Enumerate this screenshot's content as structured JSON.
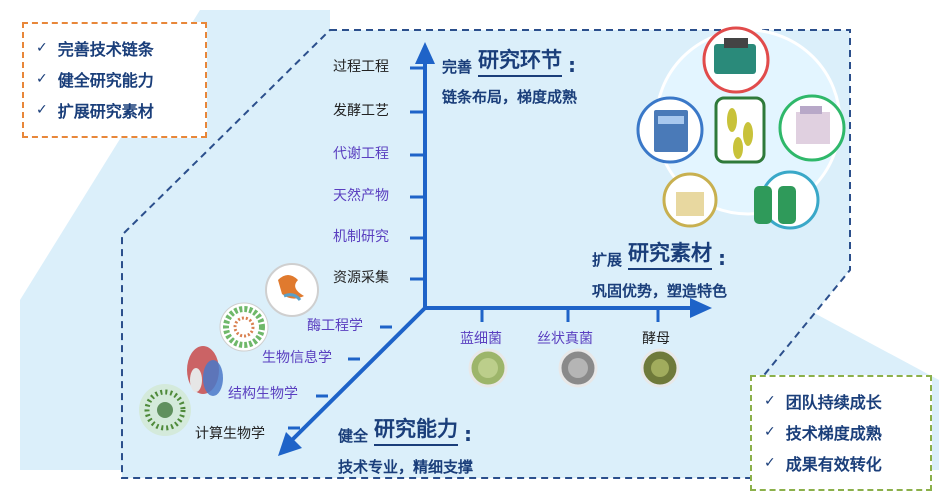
{
  "top_left_box": {
    "items": [
      "完善技术链条",
      "健全研究能力",
      "扩展研究素材"
    ]
  },
  "bottom_right_box": {
    "items": [
      "团队持续成长",
      "技术梯度成熟",
      "成果有效转化"
    ]
  },
  "vertical_axis": {
    "labels": [
      "过程工程",
      "发酵工艺",
      "代谢工程",
      "天然产物",
      "机制研究",
      "资源采集"
    ]
  },
  "diagonal_axis": {
    "labels": [
      "酶工程学",
      "生物信息学",
      "结构生物学",
      "计算生物学"
    ]
  },
  "horizontal_axis": {
    "labels": [
      "蓝细菌",
      "丝状真菌",
      "酵母"
    ]
  },
  "section_top": {
    "prefix": "完善",
    "title": "研究环节",
    "colon": ":",
    "subtitle": "链条布局，梯度成熟"
  },
  "section_right": {
    "prefix": "扩展",
    "title": "研究素材",
    "colon": ":",
    "subtitle": "巩固优势，塑造特色"
  },
  "section_bottom": {
    "prefix": "健全",
    "title": "研究能力",
    "colon": ":",
    "subtitle": "技术专业，精细支撑"
  },
  "check_glyph": "✓",
  "colors": {
    "panel_fill": "#dbeffa",
    "panel_border": "#2b4f8c",
    "axis": "#1e63c8",
    "box_left_border": "#e8873a",
    "box_right_border": "#8bb04a"
  }
}
